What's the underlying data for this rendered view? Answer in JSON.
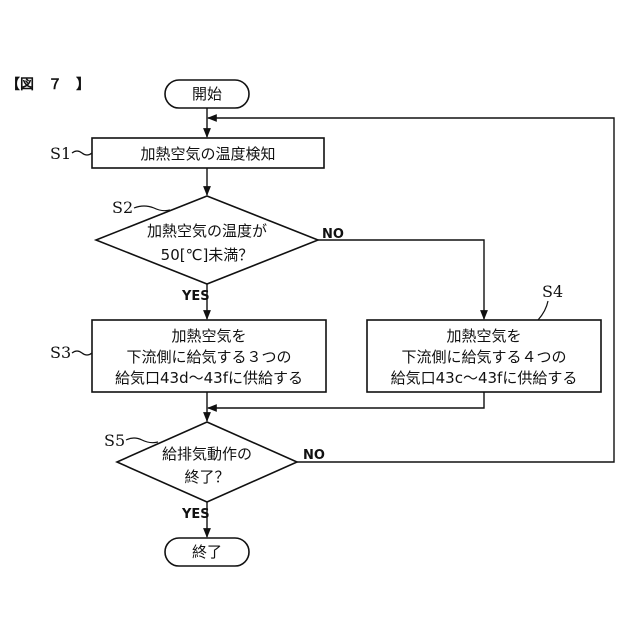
{
  "figure_label": "【図　７　】",
  "nodes": {
    "start": "開始",
    "s1": "加熱空気の温度検知",
    "s2": [
      "加熱空気の温度が",
      "50[℃]未満？"
    ],
    "s3": [
      "加熱空気を",
      "下流側に給気する３つの",
      "給気口43d～43fに供給する"
    ],
    "s4": [
      "加熱空気を",
      "下流側に給気する４つの",
      "給気口43c～43fに供給する"
    ],
    "s5": [
      "給排気動作の",
      "終了？"
    ],
    "end": "終了"
  },
  "step_labels": {
    "s1": "S1",
    "s2": "S2",
    "s3": "S3",
    "s4": "S4",
    "s5": "S5"
  },
  "branch_labels": {
    "s2_yes": "YES",
    "s2_no": "NO",
    "s5_yes": "YES",
    "s5_no": "NO"
  }
}
